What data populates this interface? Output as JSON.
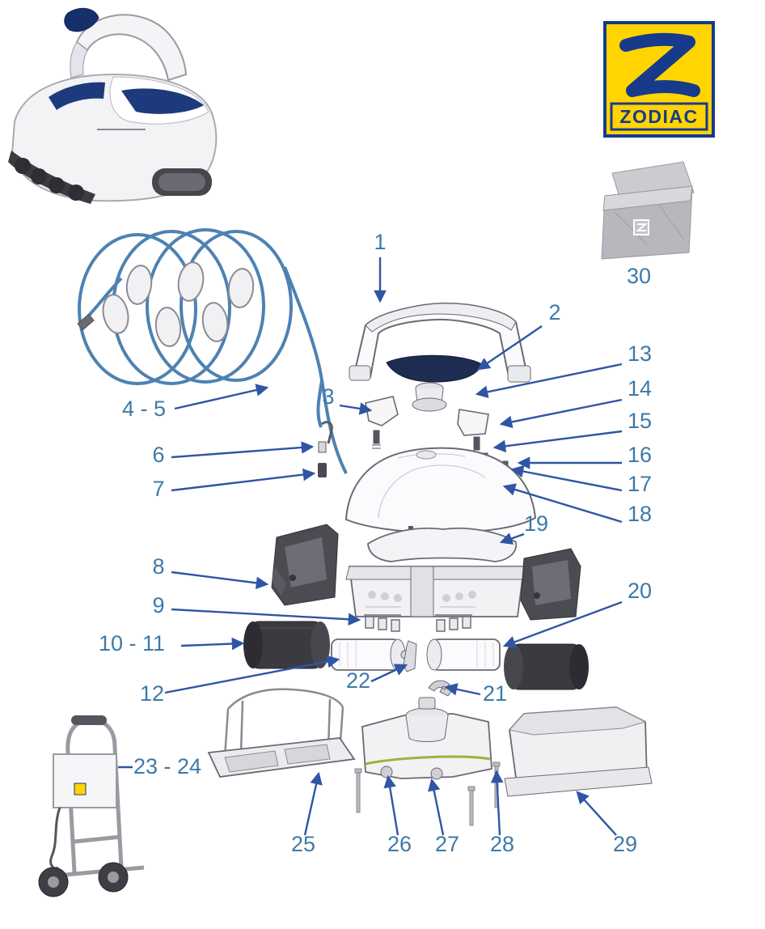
{
  "page": {
    "background": "#ffffff",
    "type": "exploded-parts-diagram",
    "product": "pool cleaning robot"
  },
  "logo": {
    "brand": "ZODIAC",
    "bg_color": "#ffd400",
    "accent_color": "#173a8c"
  },
  "colors": {
    "callout_label": "#3d7aa8",
    "callout_arrow": "#2f55a4",
    "cable_blue": "#4d82b2",
    "gasket_green": "#9db23c"
  },
  "callouts": [
    {
      "label": "1"
    },
    {
      "label": "2"
    },
    {
      "label": "3"
    },
    {
      "label": "4 - 5"
    },
    {
      "label": "6"
    },
    {
      "label": "7"
    },
    {
      "label": "8"
    },
    {
      "label": "9"
    },
    {
      "label": "10 - 11"
    },
    {
      "label": "12"
    },
    {
      "label": "13"
    },
    {
      "label": "14"
    },
    {
      "label": "15"
    },
    {
      "label": "16"
    },
    {
      "label": "17"
    },
    {
      "label": "18"
    },
    {
      "label": "19"
    },
    {
      "label": "20"
    },
    {
      "label": "21"
    },
    {
      "label": "22"
    },
    {
      "label": "23 - 24"
    },
    {
      "label": "25"
    },
    {
      "label": "26"
    },
    {
      "label": "27"
    },
    {
      "label": "28"
    },
    {
      "label": "29"
    },
    {
      "label": "30"
    }
  ]
}
